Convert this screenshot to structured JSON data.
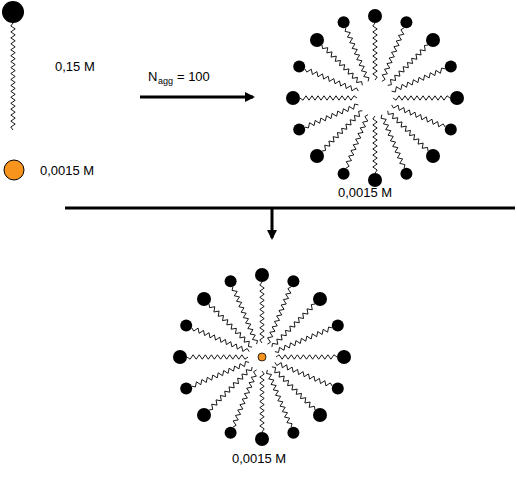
{
  "diagram": {
    "labels": [
      "0,15 M",
      "0,0015 M",
      "N",
      "agg",
      "= 100",
      "0,0015 M",
      "0,0015 M"
    ]
  }
}
